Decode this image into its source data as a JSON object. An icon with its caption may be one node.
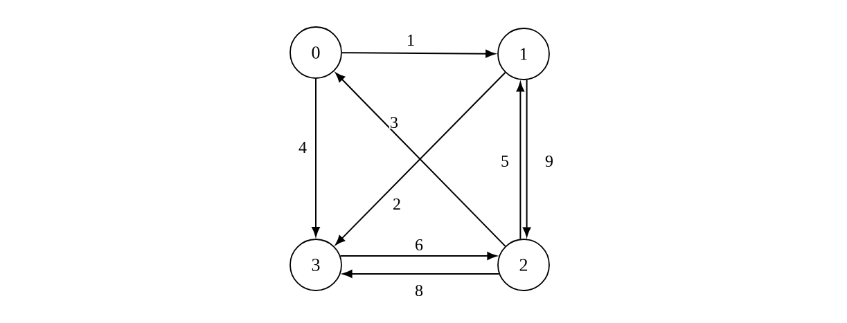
{
  "diagram": {
    "nodes": [
      {
        "text": [
          "0"
        ]
      },
      {
        "text": [
          "1"
        ]
      },
      {
        "text": [
          "2"
        ]
      },
      {
        "text": [
          "3"
        ]
      }
    ],
    "edges": [
      {
        "from": 0,
        "to": 1,
        "arrow": "to",
        "label": "1"
      },
      {
        "from": 0,
        "to": 3,
        "arrow": "to",
        "label": "4"
      },
      {
        "from": 1,
        "to": 3,
        "arrow": "to",
        "label": "2"
      },
      {
        "from": 2,
        "to": 0,
        "arrow": "to",
        "label": "3"
      },
      {
        "from": 2,
        "to": 1,
        "arrow": "to",
        "label": "5"
      },
      {
        "from": 1,
        "to": 2,
        "arrow": "to",
        "label": "9"
      },
      {
        "from": 3,
        "to": 2,
        "arrow": "to",
        "label": "6"
      },
      {
        "from": 2,
        "to": 3,
        "arrow": "to",
        "label": "8"
      }
    ]
  }
}
